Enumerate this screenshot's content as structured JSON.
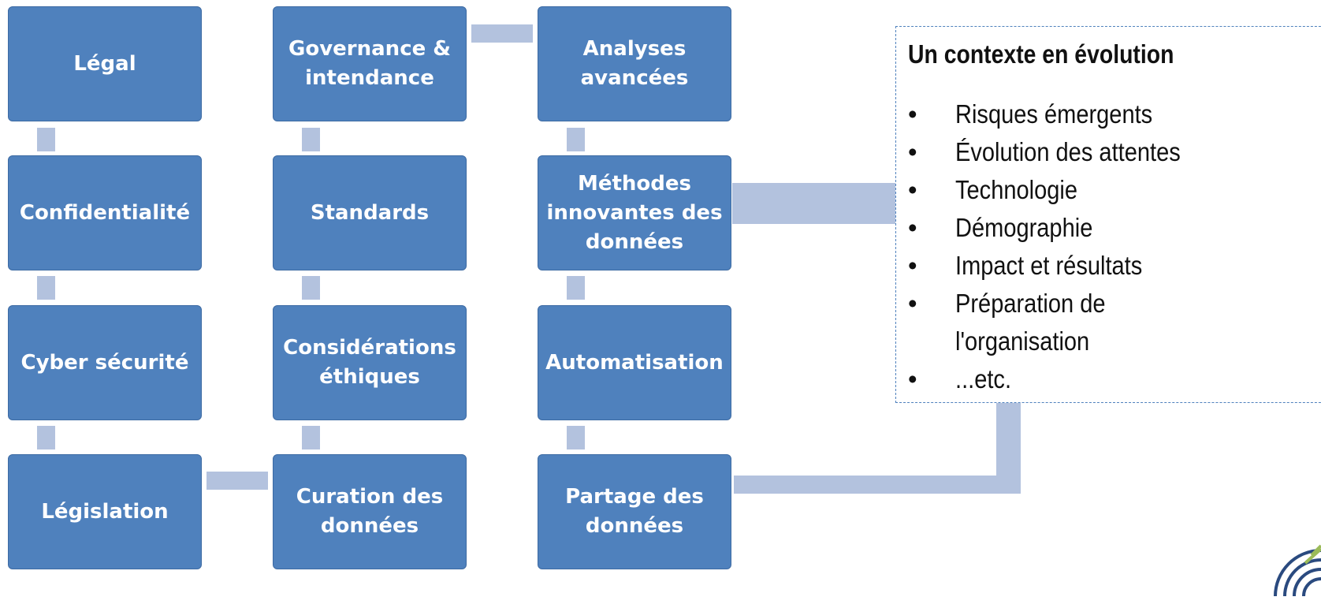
{
  "boxes": {
    "legal": "Légal",
    "confidentialite": "Confidentialité",
    "cyber": "Cyber sécurité",
    "legislation": "Législation",
    "governance": "Governance &\nintendance",
    "standards": "Standards",
    "ethique": "Considérations\néthiques",
    "curation": "Curation des\ndonnées",
    "analyses": "Analyses\navancées",
    "methodes": "Méthodes\ninnovantes des\ndonnées",
    "automatisation": "Automatisation",
    "partage": "Partage des\ndonnées"
  },
  "context": {
    "title": "Un contexte en évolution",
    "bullet": "•",
    "items": [
      "Risques émergents",
      "Évolution des attentes",
      "Technologie",
      "Démographie",
      "Impact et résultats",
      "Préparation de\nl'organisation",
      "...etc."
    ]
  },
  "colors": {
    "box_fill": "#4f81bd",
    "connector": "#b3c2de",
    "context_border": "#4f81bd",
    "text": "#ffffff"
  }
}
